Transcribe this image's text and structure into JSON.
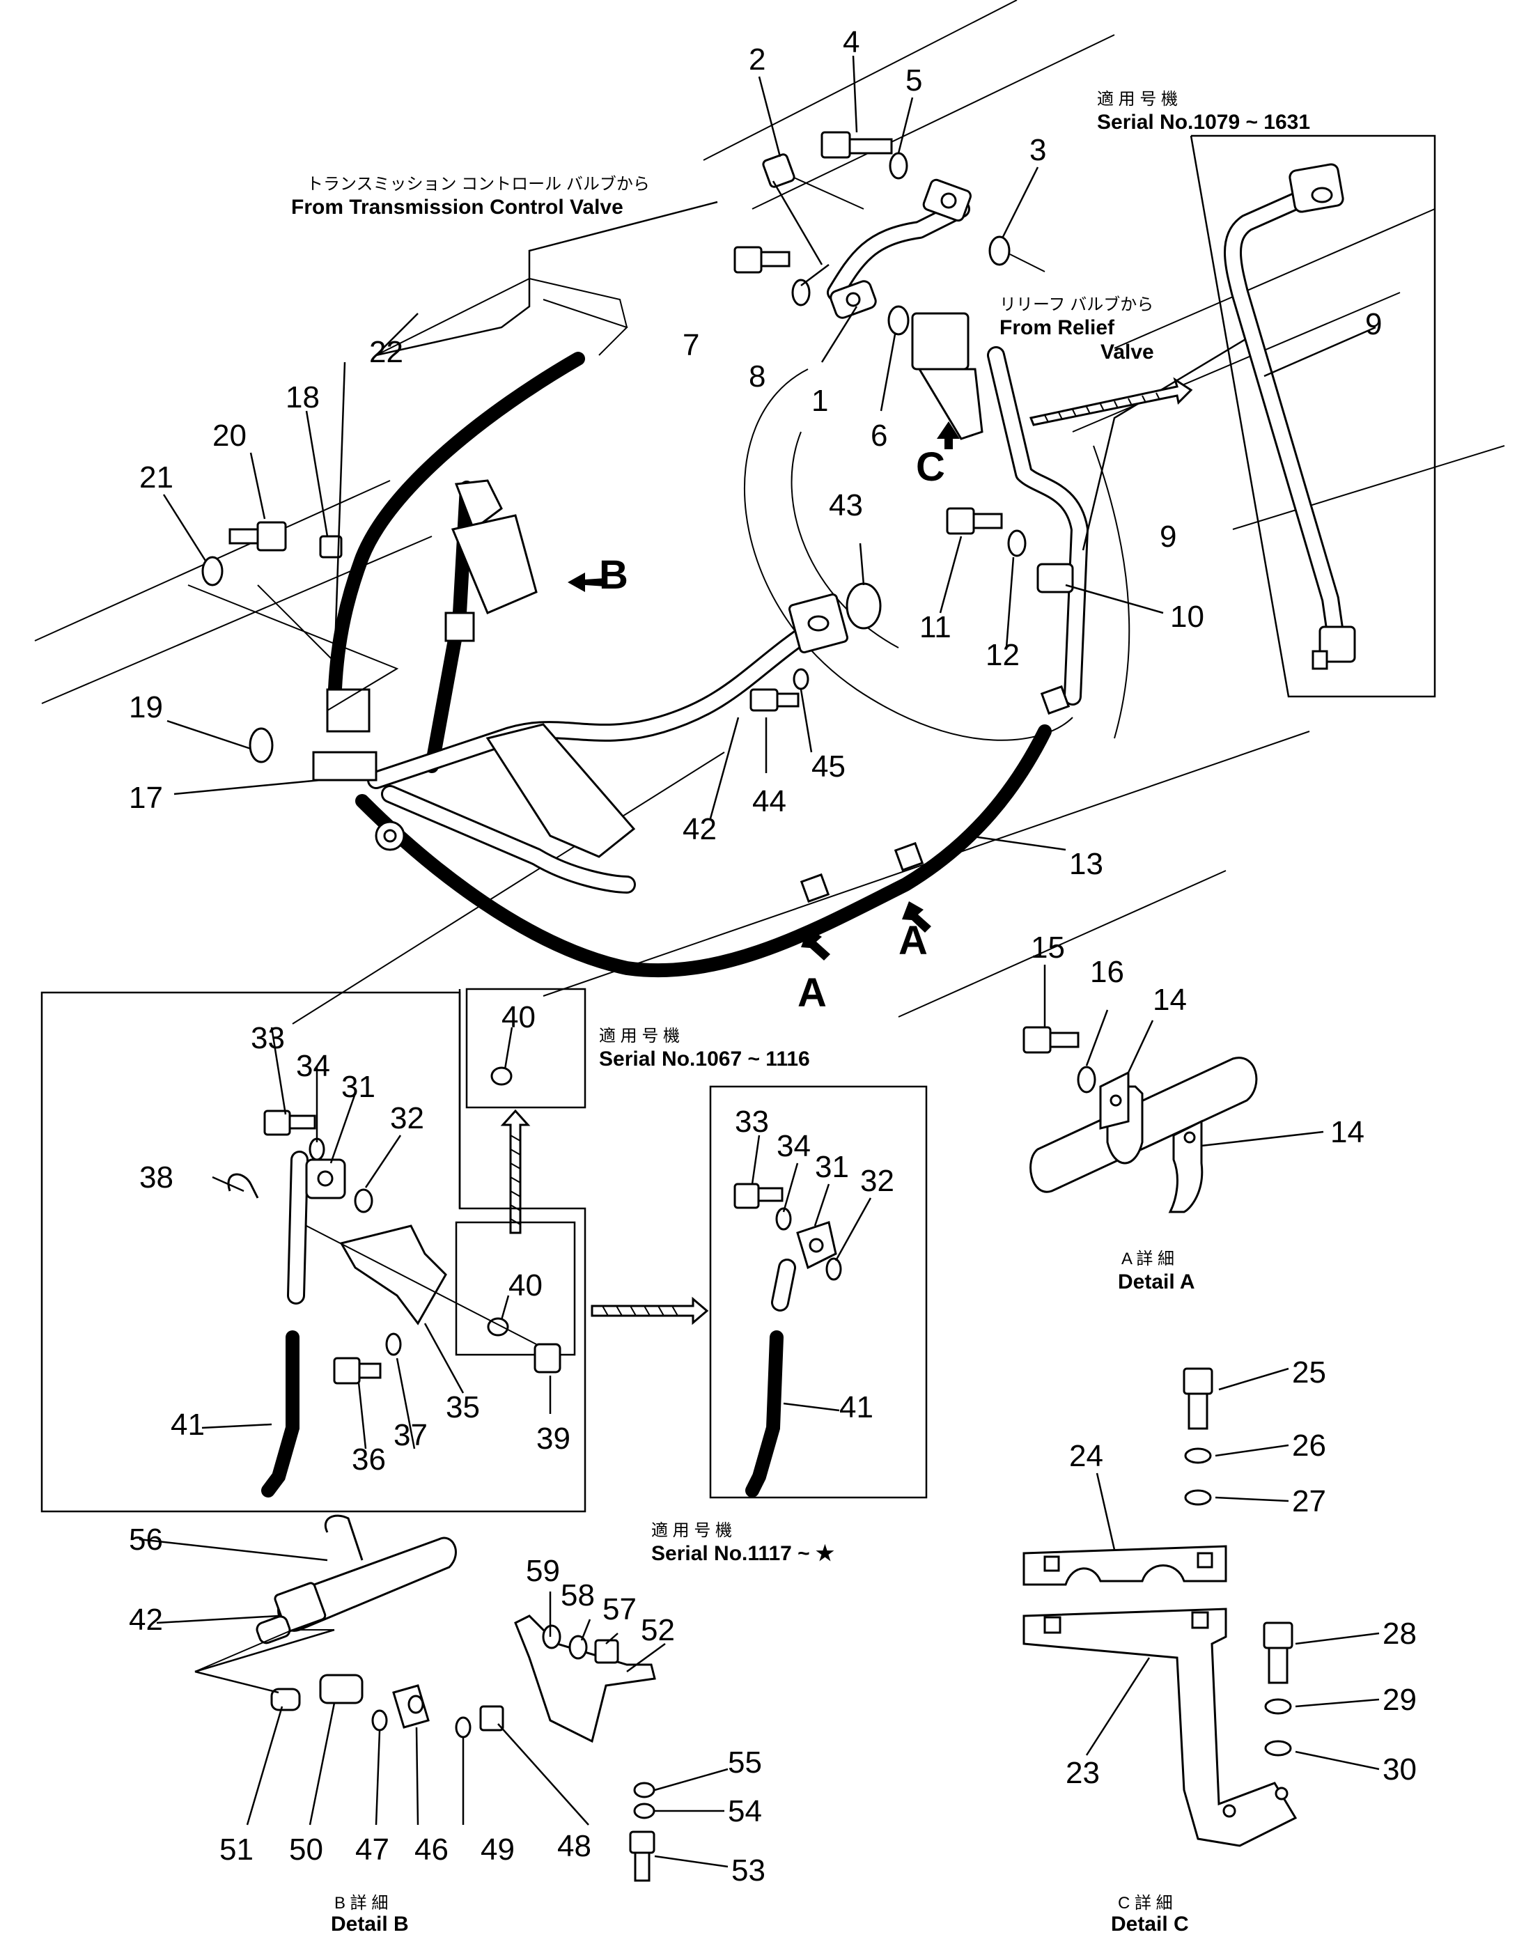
{
  "callouts": {
    "c1": "1",
    "c2": "2",
    "c3": "3",
    "c4": "4",
    "c5": "5",
    "c6": "6",
    "c7": "7",
    "c8": "8",
    "c9a": "9",
    "c9b": "9",
    "c10": "10",
    "c11": "11",
    "c12": "12",
    "c13": "13",
    "c14a": "14",
    "c14b": "14",
    "c15": "15",
    "c16": "16",
    "c17": "17",
    "c18": "18",
    "c19": "19",
    "c20": "20",
    "c21": "21",
    "c22": "22",
    "c23": "23",
    "c24": "24",
    "c25": "25",
    "c26": "26",
    "c27": "27",
    "c28": "28",
    "c29": "29",
    "c30": "30",
    "c31a": "31",
    "c31b": "31",
    "c32a": "32",
    "c32b": "32",
    "c33a": "33",
    "c33b": "33",
    "c34a": "34",
    "c34b": "34",
    "c35": "35",
    "c36": "36",
    "c37": "37",
    "c38": "38",
    "c39": "39",
    "c40a": "40",
    "c40b": "40",
    "c41a": "41",
    "c41b": "41",
    "c42a": "42",
    "c42b": "42",
    "c43": "43",
    "c44": "44",
    "c45": "45",
    "c46": "46",
    "c47": "47",
    "c48": "48",
    "c49": "49",
    "c50": "50",
    "c51": "51",
    "c52": "52",
    "c53": "53",
    "c54": "54",
    "c55": "55",
    "c56": "56",
    "c57": "57",
    "c58": "58",
    "c59": "59"
  },
  "view_markers": {
    "a1": "A",
    "a2": "A",
    "b": "B",
    "c": "C"
  },
  "annotations": {
    "from_tcv_jp": "トランスミッション コントロール バルブから",
    "from_tcv_en": "From Transmission Control Valve",
    "from_relief_jp": "リリーフ バルブから",
    "from_relief_en1": "From Relief",
    "from_relief_en2": "Valve",
    "serial_1079_jp": "適 用 号 機",
    "serial_1079_en": "Serial No.1079 ~ 1631",
    "serial_1067_jp": "適 用 号 機",
    "serial_1067_en": "Serial No.1067 ~ 1116",
    "serial_1117_jp": "適 用 号 機",
    "serial_1117_en": "Serial No.1117 ~ ★",
    "detail_a_jp": "A 詳 細",
    "detail_a_en": "Detail A",
    "detail_b_jp": "B 詳 細",
    "detail_b_en": "Detail B",
    "detail_c_jp": "C 詳 細",
    "detail_c_en": "Detail C"
  }
}
